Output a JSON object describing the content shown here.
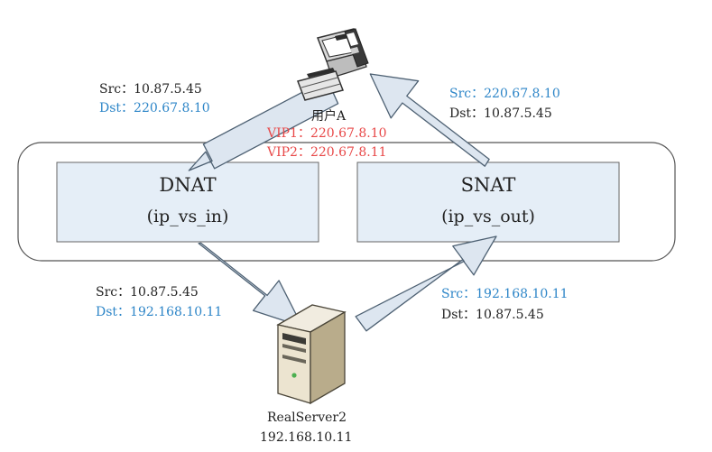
{
  "user": {
    "name": "用户A"
  },
  "vips": {
    "vip1": "VIP1：220.67.8.10",
    "vip2": "VIP2：220.67.8.11"
  },
  "dnat": {
    "title": "DNAT",
    "subtitle": "(ip_vs_in)"
  },
  "snat": {
    "title": "SNAT",
    "subtitle": "(ip_vs_out)"
  },
  "flows": {
    "client_in": {
      "src": "Src：10.87.5.45",
      "dst": "Dst：220.67.8.10"
    },
    "client_out": {
      "src": "Src：220.67.8.10",
      "dst": "Dst：10.87.5.45"
    },
    "server_in": {
      "src": "Src：10.87.5.45",
      "dst": "Dst：192.168.10.11"
    },
    "server_out": {
      "src": "Src：192.168.10.11",
      "dst": "Dst：10.87.5.45"
    }
  },
  "server": {
    "name": "RealServer2",
    "ip": "192.168.10.11"
  },
  "colors": {
    "box_fill": "#e5eef7",
    "box_border": "#666666",
    "arrow_fill": "#dde6f0",
    "arrow_border": "#4e6173",
    "label_blue": "#2e86c8",
    "label_red": "#e84848"
  }
}
